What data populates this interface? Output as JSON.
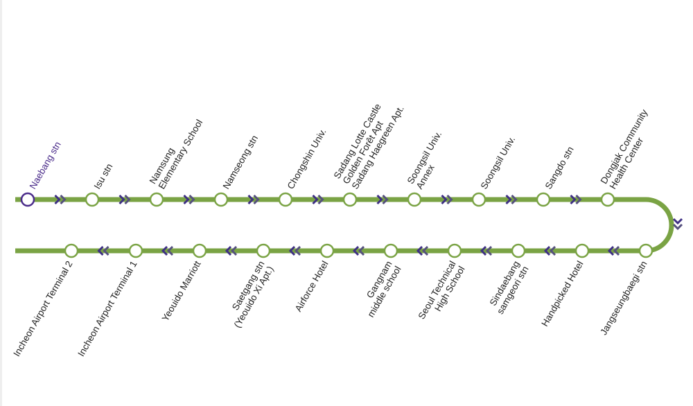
{
  "route": {
    "colors": {
      "line": "#7aa344",
      "arrow_dark": "#3e2f84",
      "arrow_light": "#55507e",
      "stop_fill": "#ffffff",
      "start_stop": "#4a2b8a"
    },
    "outbound_stops": [
      {
        "label": [
          "Naebang stn"
        ],
        "start": true
      },
      {
        "label": [
          "Isu stn"
        ]
      },
      {
        "label": [
          "Namsung",
          "Elementary School"
        ]
      },
      {
        "label": [
          "Namseong stn"
        ]
      },
      {
        "label": [
          "Chongshin Univ."
        ]
      },
      {
        "label": [
          "Sadang Lotte Castle",
          "Golden Forêt Apt",
          "Sadang Haegreen Apt."
        ]
      },
      {
        "label": [
          "Soongsil Univ.",
          "Annex"
        ]
      },
      {
        "label": [
          "Soongsil Univ."
        ]
      },
      {
        "label": [
          "Sangdo stn"
        ]
      },
      {
        "label": [
          "Dongjak Community",
          "Health Center"
        ]
      }
    ],
    "inbound_stops": [
      {
        "label": [
          "Incheon Airport Terminal 2"
        ]
      },
      {
        "label": [
          "Incheon Airport Terminal 1"
        ]
      },
      {
        "label": [
          "Yeouido Marriott"
        ]
      },
      {
        "label": [
          "Saetgang stn",
          "(Yeouido Xi Apt.)"
        ]
      },
      {
        "label": [
          "Airforce Hotel"
        ]
      },
      {
        "label": [
          "Gangnam",
          "middle school"
        ]
      },
      {
        "label": [
          "Seoul Technical",
          "High School"
        ]
      },
      {
        "label": [
          "Sindaebang",
          "samgeori stn"
        ]
      },
      {
        "label": [
          "Handpicked Hotel"
        ]
      },
      {
        "label": [
          "Jangseungbaegi stn"
        ]
      }
    ]
  }
}
